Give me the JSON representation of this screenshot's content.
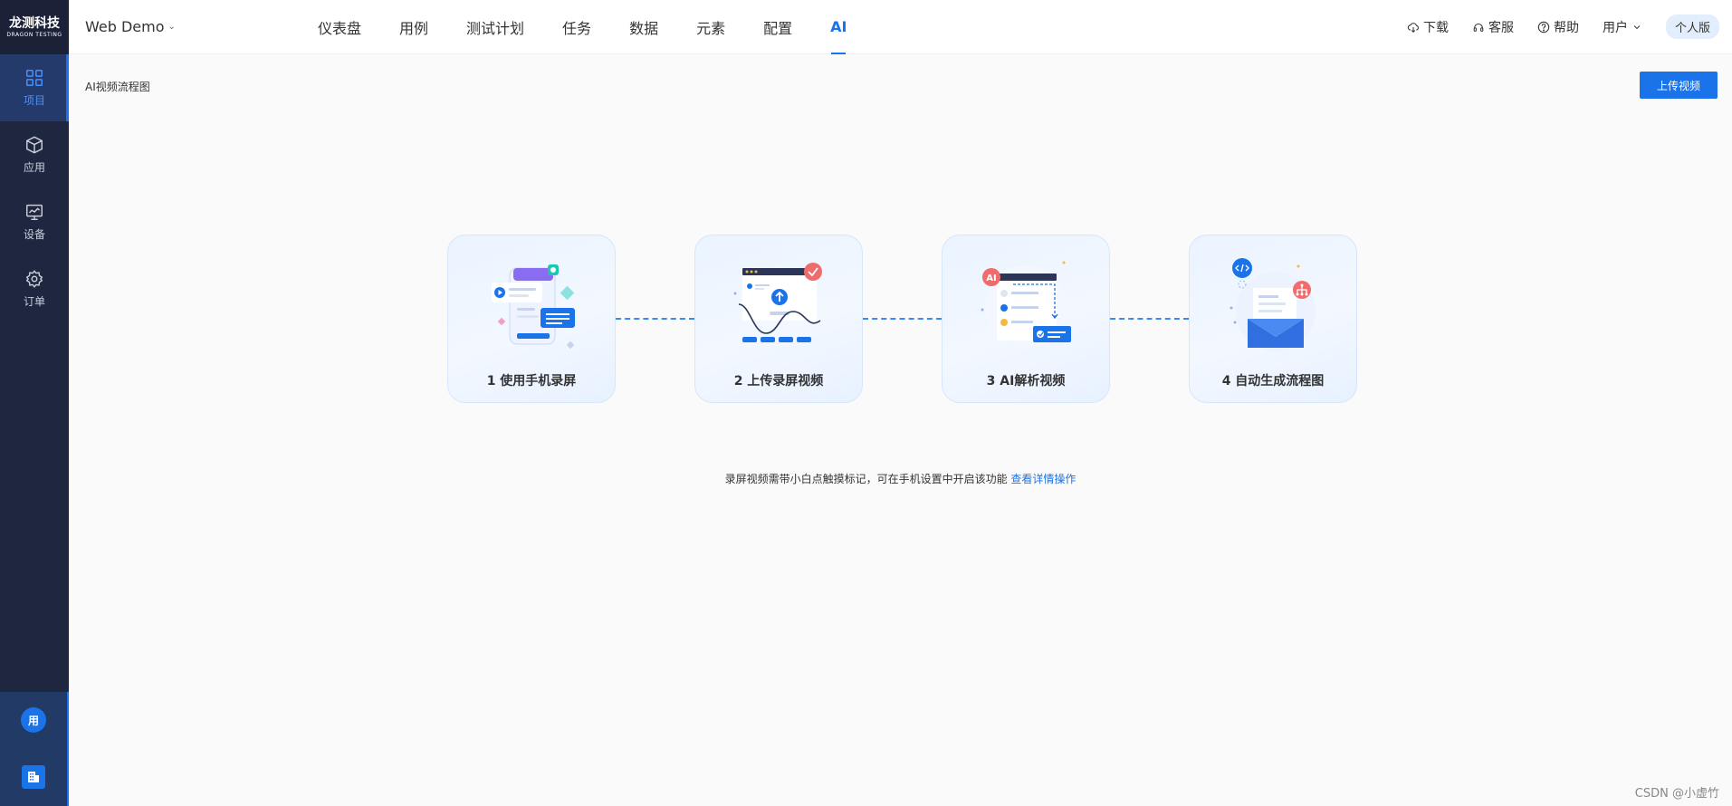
{
  "logo": {
    "cn": "龙测科技",
    "en": "DRAGON TESTING"
  },
  "sidebar": {
    "items": [
      {
        "label": "项目",
        "icon": "grid-icon",
        "active": true
      },
      {
        "label": "应用",
        "icon": "cube-icon"
      },
      {
        "label": "设备",
        "icon": "monitor-icon"
      },
      {
        "label": "订单",
        "icon": "gear-icon"
      }
    ],
    "user_avatar": "用"
  },
  "header": {
    "project": "Web Demo",
    "nav": [
      {
        "label": "仪表盘"
      },
      {
        "label": "用例"
      },
      {
        "label": "测试计划"
      },
      {
        "label": "任务"
      },
      {
        "label": "数据"
      },
      {
        "label": "元素"
      },
      {
        "label": "配置"
      },
      {
        "label": "AI",
        "active": true
      }
    ],
    "download": "下载",
    "service": "客服",
    "help": "帮助",
    "user": "用户",
    "edition": "个人版"
  },
  "main": {
    "title": "AI视频流程图",
    "upload_button": "上传视频",
    "steps": [
      {
        "label": "1 使用手机录屏"
      },
      {
        "label": "2 上传录屏视频"
      },
      {
        "label": "3 AI解析视频"
      },
      {
        "label": "4 自动生成流程图"
      }
    ],
    "hint_text": "录屏视频需带小白点触摸标记，可在手机设置中开启该功能",
    "hint_link": "查看详情操作",
    "art_ai_badge": "AI"
  },
  "watermark": "CSDN @小虚竹",
  "colors": {
    "accent": "#1a73e8",
    "sidebar_bg": "#1f2740"
  }
}
